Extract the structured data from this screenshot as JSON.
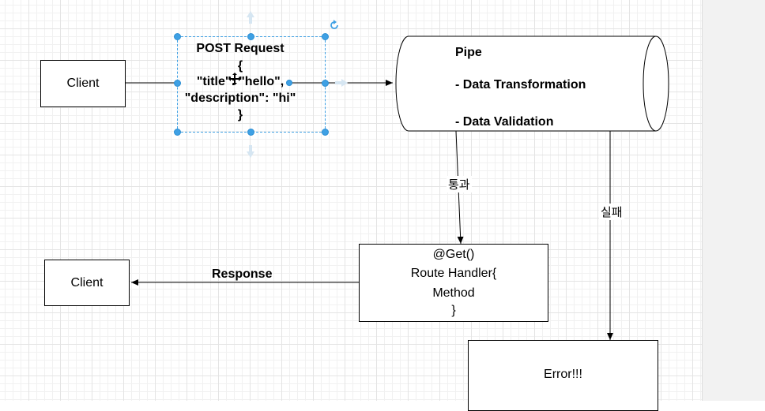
{
  "diagram": {
    "client_top": "Client",
    "post_request": {
      "title": "POST Request",
      "open_brace": "{",
      "line1": "\"title\": \"hello\",",
      "line2": "\"description\": \"hi\"",
      "close_brace": "}"
    },
    "pipe": {
      "title": "Pipe",
      "item1": "- Data Transformation",
      "item2": "- Data Validation"
    },
    "pass_label": "통과",
    "fail_label": "실패",
    "route_handler": {
      "line1": "@Get()",
      "line2": "Route Handler{",
      "line3": "Method",
      "line4": "}"
    },
    "response_label": "Response",
    "client_bottom": "Client",
    "error_box": "Error!!!"
  },
  "colors": {
    "selection": "#3ea0e4",
    "stroke": "#000000",
    "grid": "#e4e4e4"
  },
  "icons": {
    "move": "move-cursor-icon",
    "rotate": "rotate-handle-icon"
  }
}
